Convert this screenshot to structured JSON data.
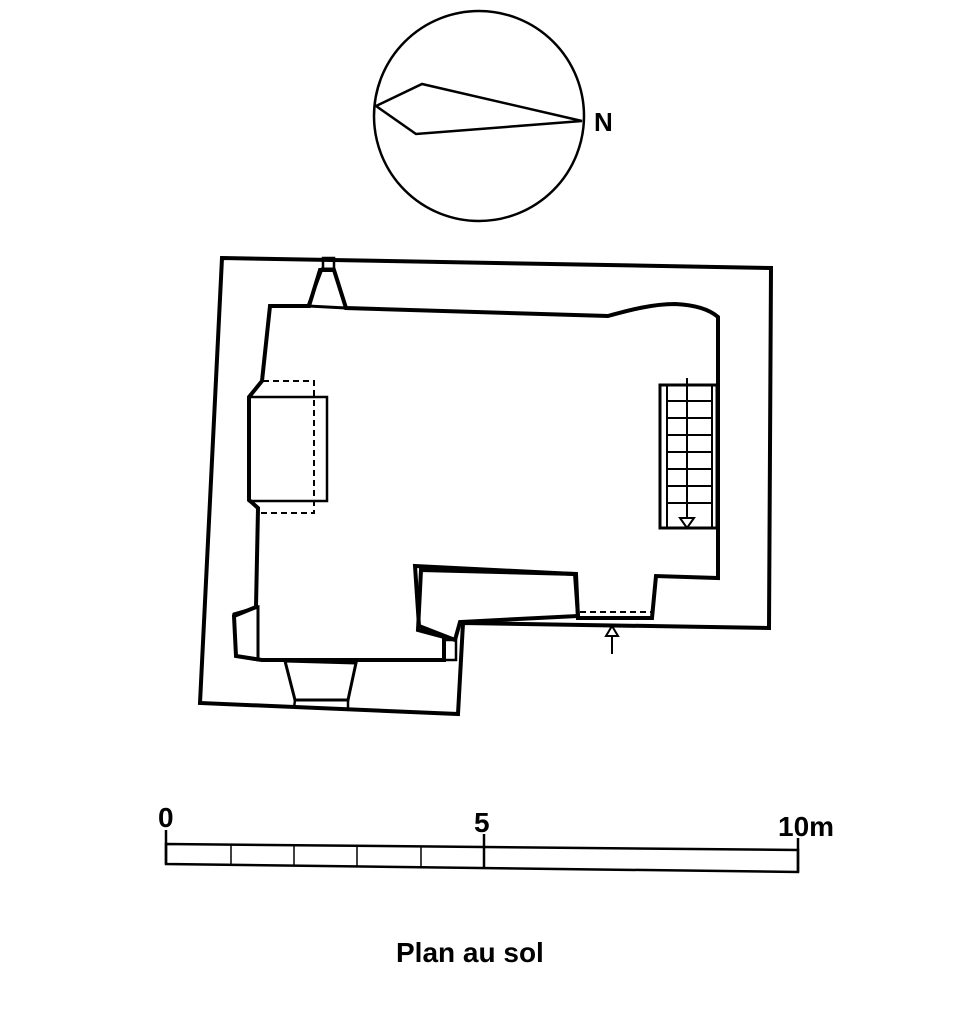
{
  "compass": {
    "north_label": "N"
  },
  "scale_bar": {
    "labels": [
      "0",
      "5",
      "10m"
    ]
  },
  "caption": "Plan au sol",
  "colors": {
    "ink": "#000000",
    "paper": "#ffffff"
  }
}
